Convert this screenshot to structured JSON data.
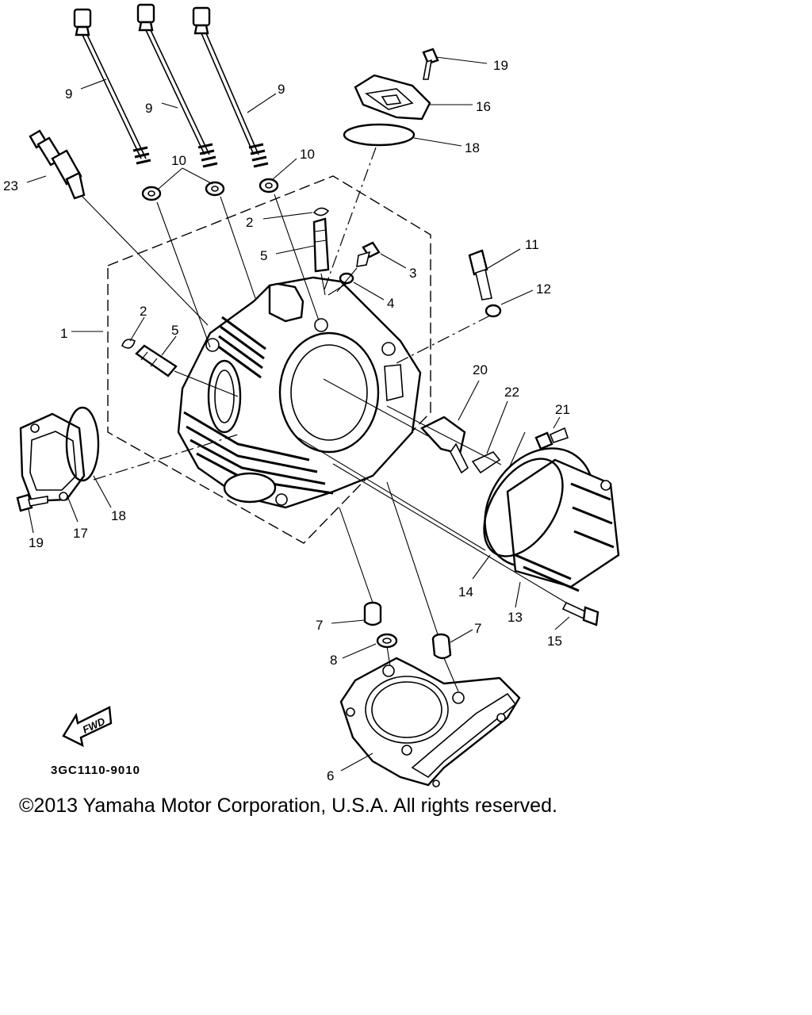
{
  "diagram": {
    "callouts": [
      "9",
      "9",
      "9",
      "10",
      "10",
      "19",
      "16",
      "18",
      "23",
      "2",
      "5",
      "3",
      "4",
      "11",
      "12",
      "1",
      "2",
      "5",
      "20",
      "22",
      "21",
      "18",
      "17",
      "19",
      "14",
      "13",
      "15",
      "7",
      "7",
      "8",
      "6"
    ],
    "drawing_code": "3GC1110-9010",
    "fwd_label": "FWD"
  },
  "footer": {
    "copyright": "©2013 Yamaha Motor Corporation, U.S.A. All rights reserved."
  }
}
